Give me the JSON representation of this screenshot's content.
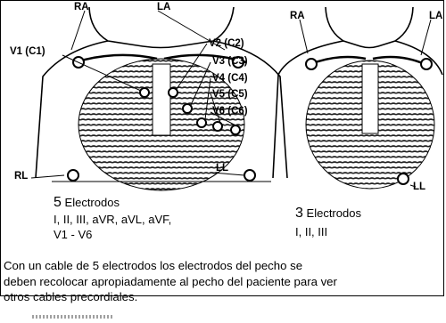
{
  "figure": {
    "left": {
      "electrode_labels": {
        "ra": "RA",
        "la": "LA",
        "v1": "V1 (C1)",
        "v2": "V2 (C2)",
        "v3": "V3 (C3)",
        "v4": "V4 (C4)",
        "v5": "V5 (C5)",
        "v6": "V6 (C6)",
        "rl": "RL",
        "ll": "LL"
      },
      "count": "5",
      "count_label": "Electrodos",
      "leads_line1": "I, II, III, aVR, aVL, aVF,",
      "leads_line2": "V1 - V6"
    },
    "right": {
      "electrode_labels": {
        "ra": "RA",
        "la": "LA",
        "ll": "LL"
      },
      "count": "3",
      "count_label": "Electrodos",
      "leads_line1": "I, II, III"
    }
  },
  "caption": {
    "line1": "Con un cable de 5 electrodos los electrodos del pecho se",
    "line2": "deben recolocar apropiadamente al pecho del paciente para ver",
    "line3": "otros cables precordiales."
  }
}
